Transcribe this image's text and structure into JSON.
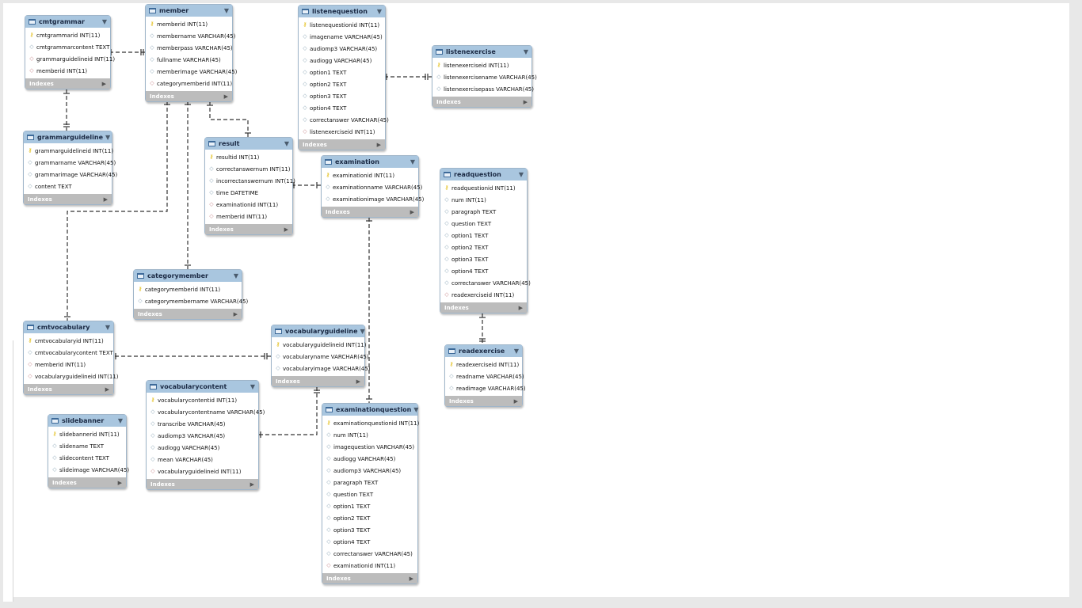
{
  "tables": [
    {
      "id": "cmtgrammar",
      "name": "cmtgrammar",
      "columns": [
        {
          "label": "cmtgrammarid INT(11)",
          "key": "pk"
        },
        {
          "label": "cmtgrammarcontent TEXT",
          "key": "col"
        },
        {
          "label": "grammarguidelineid INT(11)",
          "key": "fk"
        },
        {
          "label": "memberid INT(11)",
          "key": "fk"
        }
      ]
    },
    {
      "id": "member",
      "name": "member",
      "columns": [
        {
          "label": "memberid INT(11)",
          "key": "pk"
        },
        {
          "label": "membername VARCHAR(45)",
          "key": "col"
        },
        {
          "label": "memberpass VARCHAR(45)",
          "key": "col"
        },
        {
          "label": "fullname VARCHAR(45)",
          "key": "col"
        },
        {
          "label": "memberimage VARCHAR(45)",
          "key": "col"
        },
        {
          "label": "categorymemberid INT(11)",
          "key": "fk"
        }
      ]
    },
    {
      "id": "listenequestion",
      "name": "listenequestion",
      "columns": [
        {
          "label": "listenequestionid INT(11)",
          "key": "pk"
        },
        {
          "label": "imagename VARCHAR(45)",
          "key": "col"
        },
        {
          "label": "audiomp3 VARCHAR(45)",
          "key": "col"
        },
        {
          "label": "audiogg VARCHAR(45)",
          "key": "col"
        },
        {
          "label": "option1 TEXT",
          "key": "col"
        },
        {
          "label": "option2 TEXT",
          "key": "col"
        },
        {
          "label": "option3 TEXT",
          "key": "col"
        },
        {
          "label": "option4 TEXT",
          "key": "col"
        },
        {
          "label": "correctanswer VARCHAR(45)",
          "key": "col"
        },
        {
          "label": "listenexerciseid INT(11)",
          "key": "fk"
        }
      ]
    },
    {
      "id": "listenexercise",
      "name": "listenexercise",
      "columns": [
        {
          "label": "listenexerciseid INT(11)",
          "key": "pk"
        },
        {
          "label": "listenexercisename VARCHAR(45)",
          "key": "col"
        },
        {
          "label": "listenexercisepass VARCHAR(45)",
          "key": "col"
        }
      ]
    },
    {
      "id": "grammarguideline",
      "name": "grammarguideline",
      "columns": [
        {
          "label": "grammarguidelineid INT(11)",
          "key": "pk"
        },
        {
          "label": "grammarname VARCHAR(45)",
          "key": "col"
        },
        {
          "label": "grammarimage VARCHAR(45)",
          "key": "col"
        },
        {
          "label": "content TEXT",
          "key": "col"
        }
      ]
    },
    {
      "id": "result",
      "name": "result",
      "columns": [
        {
          "label": "resultid INT(11)",
          "key": "pk"
        },
        {
          "label": "correctanswernum INT(11)",
          "key": "col"
        },
        {
          "label": "incorrectanswernum INT(11)",
          "key": "col"
        },
        {
          "label": "time DATETIME",
          "key": "col"
        },
        {
          "label": "examinationid INT(11)",
          "key": "fk"
        },
        {
          "label": "memberid INT(11)",
          "key": "fk"
        }
      ]
    },
    {
      "id": "examination",
      "name": "examination",
      "columns": [
        {
          "label": "examinationid INT(11)",
          "key": "pk"
        },
        {
          "label": "examinationname VARCHAR(45)",
          "key": "col"
        },
        {
          "label": "examinationimage VARCHAR(45)",
          "key": "col"
        }
      ]
    },
    {
      "id": "readquestion",
      "name": "readquestion",
      "columns": [
        {
          "label": "readquestionid INT(11)",
          "key": "pk"
        },
        {
          "label": "num INT(11)",
          "key": "col"
        },
        {
          "label": "paragraph TEXT",
          "key": "col"
        },
        {
          "label": "question TEXT",
          "key": "col"
        },
        {
          "label": "option1 TEXT",
          "key": "col"
        },
        {
          "label": "option2 TEXT",
          "key": "col"
        },
        {
          "label": "option3 TEXT",
          "key": "col"
        },
        {
          "label": "option4 TEXT",
          "key": "col"
        },
        {
          "label": "correctanswer VARCHAR(45)",
          "key": "col"
        },
        {
          "label": "readexerciseid INT(11)",
          "key": "fk"
        }
      ]
    },
    {
      "id": "categorymember",
      "name": "categorymember",
      "columns": [
        {
          "label": "categorymemberid INT(11)",
          "key": "pk"
        },
        {
          "label": "categorymembername VARCHAR(45)",
          "key": "col"
        }
      ]
    },
    {
      "id": "cmtvocabulary",
      "name": "cmtvocabulary",
      "columns": [
        {
          "label": "cmtvocabularyid INT(11)",
          "key": "pk"
        },
        {
          "label": "cmtvocabularycontent TEXT",
          "key": "col"
        },
        {
          "label": "memberid INT(11)",
          "key": "fk"
        },
        {
          "label": "vocabularyguidelineid INT(11)",
          "key": "fk"
        }
      ]
    },
    {
      "id": "vocabularyguideline",
      "name": "vocabularyguideline",
      "columns": [
        {
          "label": "vocabularyguidelineid INT(11)",
          "key": "pk"
        },
        {
          "label": "vocabularyname VARCHAR(45)",
          "key": "col"
        },
        {
          "label": "vocabularyimage VARCHAR(45)",
          "key": "col"
        }
      ]
    },
    {
      "id": "readexercise",
      "name": "readexercise",
      "columns": [
        {
          "label": "readexerciseid INT(11)",
          "key": "pk"
        },
        {
          "label": "readname VARCHAR(45)",
          "key": "col"
        },
        {
          "label": "readimage VARCHAR(45)",
          "key": "col"
        }
      ]
    },
    {
      "id": "vocabularycontent",
      "name": "vocabularycontent",
      "columns": [
        {
          "label": "vocabularycontentid INT(11)",
          "key": "pk"
        },
        {
          "label": "vocabularycontentname VARCHAR(45)",
          "key": "col"
        },
        {
          "label": "transcribe VARCHAR(45)",
          "key": "col"
        },
        {
          "label": "audiomp3 VARCHAR(45)",
          "key": "col"
        },
        {
          "label": "audiogg VARCHAR(45)",
          "key": "col"
        },
        {
          "label": "mean VARCHAR(45)",
          "key": "col"
        },
        {
          "label": "vocabularyguidelineid INT(11)",
          "key": "fk"
        }
      ]
    },
    {
      "id": "slidebanner",
      "name": "slidebanner",
      "columns": [
        {
          "label": "slidebannerid INT(11)",
          "key": "pk"
        },
        {
          "label": "slidename TEXT",
          "key": "col"
        },
        {
          "label": "slidecontent TEXT",
          "key": "col"
        },
        {
          "label": "slideimage VARCHAR(45)",
          "key": "col"
        }
      ]
    },
    {
      "id": "examinationquestion",
      "name": "examinationquestion",
      "columns": [
        {
          "label": "examinationquestionid INT(11)",
          "key": "pk"
        },
        {
          "label": "num INT(11)",
          "key": "col"
        },
        {
          "label": "imagequestion VARCHAR(45)",
          "key": "col"
        },
        {
          "label": "audiogg VARCHAR(45)",
          "key": "col"
        },
        {
          "label": "audiomp3 VARCHAR(45)",
          "key": "col"
        },
        {
          "label": "paragraph TEXT",
          "key": "col"
        },
        {
          "label": "question TEXT",
          "key": "col"
        },
        {
          "label": "option1 TEXT",
          "key": "col"
        },
        {
          "label": "option2 TEXT",
          "key": "col"
        },
        {
          "label": "option3 TEXT",
          "key": "col"
        },
        {
          "label": "option4 TEXT",
          "key": "col"
        },
        {
          "label": "correctanswer VARCHAR(45)",
          "key": "col"
        },
        {
          "label": "examinationid INT(11)",
          "key": "fk"
        }
      ]
    }
  ],
  "indexes_label": "Indexes",
  "icons": {
    "table": "table-icon",
    "primary_key": "key-icon",
    "column": "column-diamond-icon",
    "foreign_key": "foreign-key-diamond-icon",
    "collapse": "triangle-down-icon",
    "expand": "triangle-right-icon"
  },
  "colors": {
    "header": "#a9c6df",
    "footer": "#bcbcbc",
    "key": "#e0b800",
    "relationship": "#333333"
  }
}
